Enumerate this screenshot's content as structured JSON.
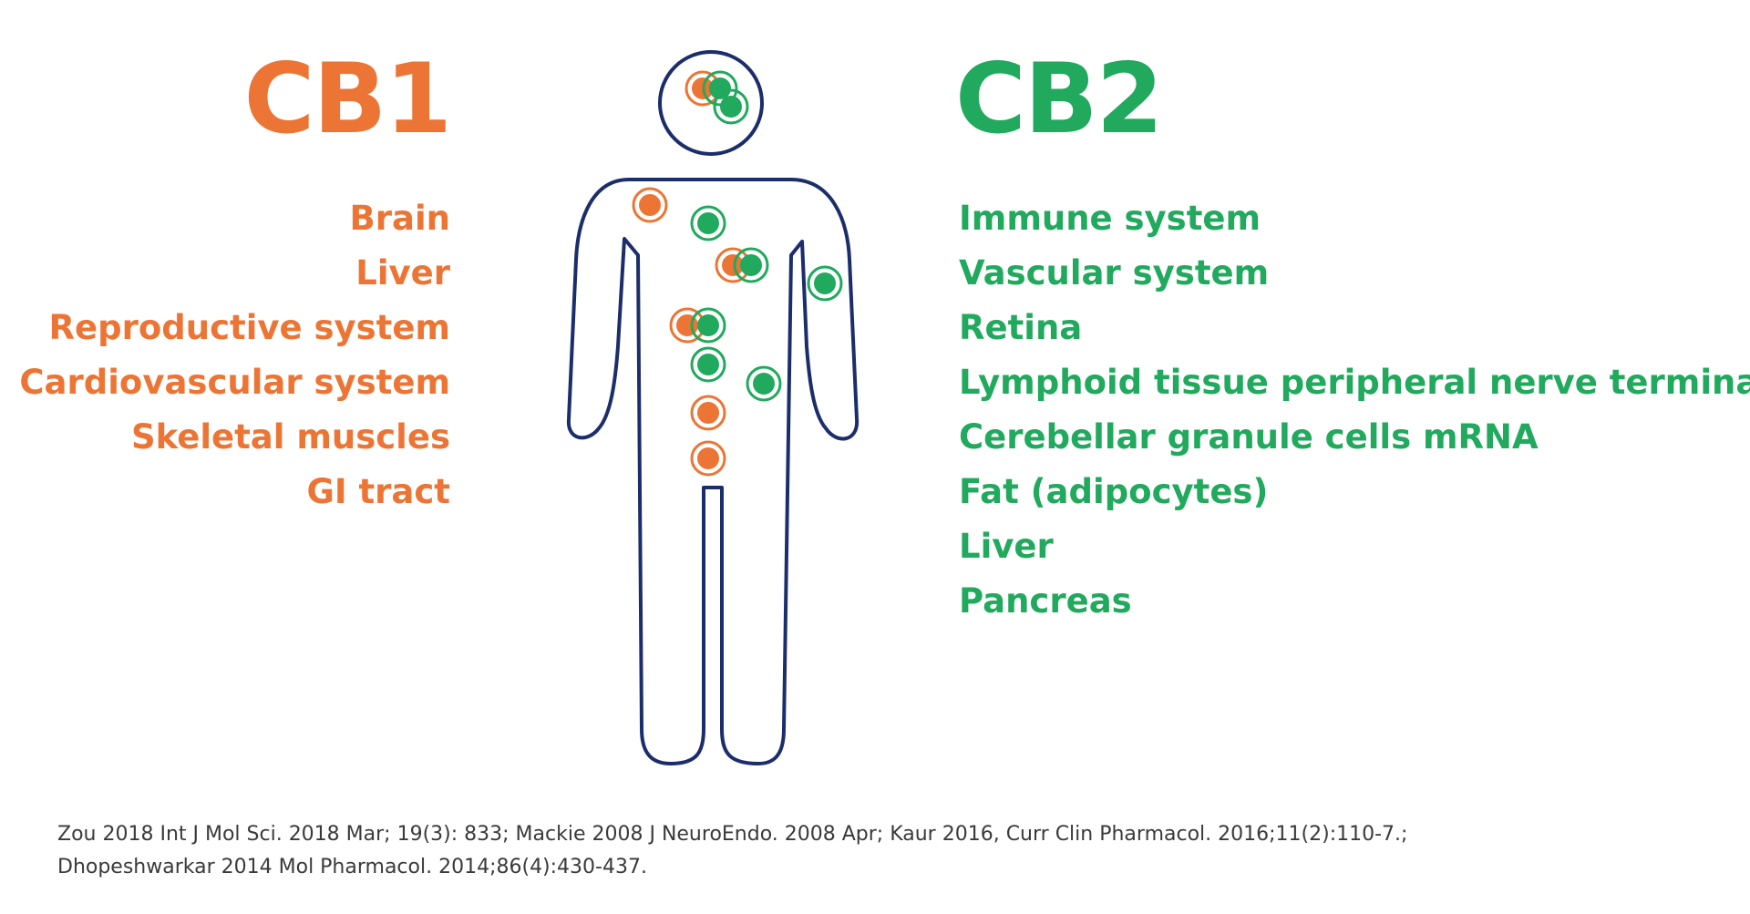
{
  "cb1": {
    "title": "CB1",
    "items": [
      "Brain",
      "Liver",
      "Reproductive system",
      "Cardiovascular system",
      "Skeletal muscles",
      "GI tract"
    ]
  },
  "cb2": {
    "title": "CB2",
    "items": [
      "Immune system",
      "Vascular system",
      "Retina",
      "Lymphoid tissue peripheral nerve terminals",
      "Cerebellar granule cells mRNA",
      "Fat (adipocytes)",
      "Liver",
      "Pancreas"
    ]
  },
  "footer": {
    "line1": "Zou 2018  Int J Mol Sci. 2018 Mar; 19(3): 833; Mackie 2008 J NeuroEndo. 2008 Apr; Kaur 2016, Curr Clin Pharmacol. 2016;11(2):110-7.;",
    "line2": "Dhopeshwarkar 2014 Mol Pharmacol. 2014;86(4):430-437."
  },
  "colors": {
    "cb1": "#ec7535",
    "cb2": "#21a95d",
    "outline": "#1c2d6b"
  }
}
